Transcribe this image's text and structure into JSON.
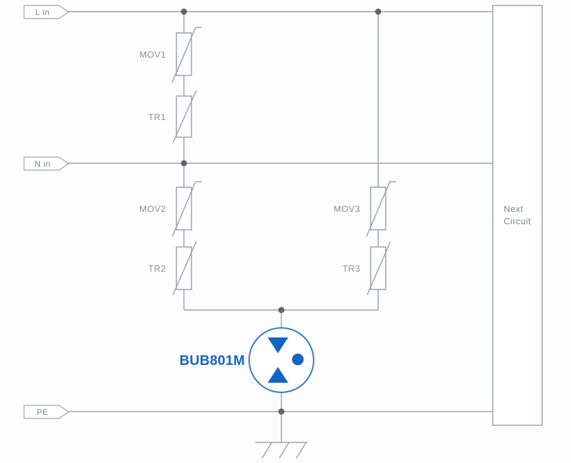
{
  "diagram": {
    "type": "surge-protection-circuit-schematic",
    "terminals": {
      "l_in": "L in",
      "n_in": "N in",
      "pe": "PE"
    },
    "components": {
      "mov1": "MOV1",
      "tr1": "TR1",
      "mov2": "MOV2",
      "tr2": "TR2",
      "mov3": "MOV3",
      "tr3": "TR3",
      "gdt": "BUB801M"
    },
    "next_circuit": {
      "line1": "Next",
      "line2": "Circuit"
    },
    "colors": {
      "wire": "#9aa2aa",
      "label": "#8a9198",
      "accent_blue": "#1565c0",
      "gdt_ring_blue": "#2f78cd",
      "junction_dot": "#5d666e",
      "background": "#fdfdfd"
    }
  }
}
